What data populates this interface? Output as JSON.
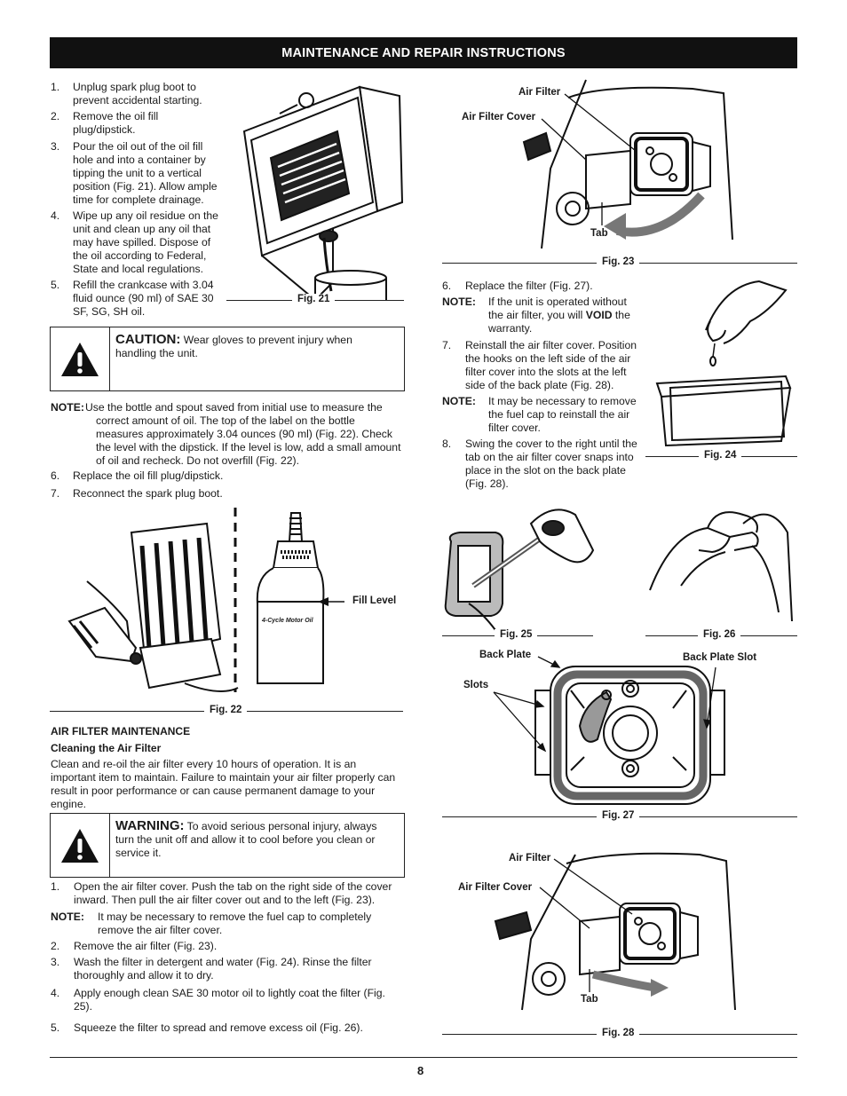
{
  "header": {
    "title": "MAINTENANCE AND REPAIR INSTRUCTIONS"
  },
  "left_top_steps": [
    {
      "n": "1.",
      "text": "Unplug spark plug boot to prevent accidental starting."
    },
    {
      "n": "2.",
      "text": "Remove the oil fill plug/dipstick."
    },
    {
      "n": "3.",
      "text": "Pour the oil out of the oil fill hole and into a container by tipping the unit to a vertical position (Fig. 21). Allow ample time for complete drainage."
    },
    {
      "n": "4.",
      "text": "Wipe up any oil residue on the unit and clean up any oil that may have spilled. Dispose of the oil according to Federal, State and local regulations."
    },
    {
      "n": "5.",
      "text": "Refill the crankcase with 3.04 fluid ounce (90 ml) of SAE 30 SF, SG, SH oil."
    }
  ],
  "caution": {
    "title": "CAUTION:",
    "text": "Wear gloves to prevent injury when handling the unit."
  },
  "note1": {
    "label": "NOTE:",
    "text": "Use the bottle and spout saved from initial use to measure the correct amount of oil. The top of the label on the bottle measures approximately 3.04 ounces (90 ml) (Fig. 22). Check the level with the dipstick. If the level is low, add a small amount of oil and recheck. Do not overfill (Fig. 22)."
  },
  "left_mid_steps": [
    {
      "n": "6.",
      "text": "Replace the oil fill plug/dipstick."
    },
    {
      "n": "7.",
      "text": "Reconnect the spark plug boot."
    }
  ],
  "fig21": {
    "caption": "Fig. 21"
  },
  "fig22": {
    "caption": "Fig. 22",
    "fill_level": "Fill Level",
    "bottle_label": "4-Cycle Motor Oil"
  },
  "air_filter": {
    "heading": "AIR FILTER MAINTENANCE",
    "subheading": "Cleaning the Air Filter",
    "intro": "Clean and re-oil the air filter every 10 hours of operation. It is an important item to maintain. Failure to maintain your air filter properly can result in poor performance or can cause permanent damage to your engine."
  },
  "warning": {
    "title": "WARNING:",
    "text": "To avoid serious personal injury, always turn the unit off and allow it to cool before you clean or service it."
  },
  "left_bottom": {
    "step1": {
      "n": "1.",
      "text": "Open the air filter cover. Push the tab on the right side of the cover inward. Then pull the air filter cover out and to the left (Fig. 23)."
    },
    "note": {
      "label": "NOTE:",
      "text": "It may be necessary to remove the fuel cap to completely remove the air filter cover."
    },
    "steps": [
      {
        "n": "2.",
        "text": "Remove the air filter (Fig. 23)."
      },
      {
        "n": "3.",
        "text": "Wash the filter in detergent and water (Fig. 24). Rinse the filter thoroughly and allow it to dry."
      },
      {
        "n": "4.",
        "text": "Apply enough clean SAE 30 motor oil to lightly coat the filter (Fig. 25)."
      },
      {
        "n": "5.",
        "text": "Squeeze the filter to spread and remove excess oil (Fig. 26)."
      }
    ]
  },
  "fig23": {
    "caption": "Fig. 23",
    "air_filter": "Air Filter",
    "air_filter_cover": "Air Filter Cover",
    "tab": "Tab"
  },
  "right_steps": {
    "step6": {
      "n": "6.",
      "text": "Replace the filter (Fig. 27)."
    },
    "note_a": {
      "label": "NOTE:",
      "text_before": "If the unit is operated without the air filter, you will ",
      "strong": "VOID",
      "text_after": " the warranty."
    },
    "step7": {
      "n": "7.",
      "text": "Reinstall the air filter cover. Position the hooks on the left side of the air filter cover into the slots at the left side of the back plate (Fig. 28)."
    },
    "note_b": {
      "label": "NOTE:",
      "text": "It may be necessary to remove the fuel cap to reinstall the air filter cover."
    },
    "step8": {
      "n": "8.",
      "text": "Swing the cover to the right until the tab on the air filter cover snaps into place in the slot on the back plate (Fig. 28)."
    }
  },
  "fig24": {
    "caption": "Fig. 24"
  },
  "fig25": {
    "caption": "Fig. 25"
  },
  "fig26": {
    "caption": "Fig. 26"
  },
  "fig27": {
    "caption": "Fig. 27",
    "back_plate": "Back Plate",
    "back_plate_slot": "Back Plate Slot",
    "slots": "Slots"
  },
  "fig28": {
    "caption": "Fig. 28",
    "air_filter": "Air Filter",
    "air_filter_cover": "Air Filter Cover",
    "tab": "Tab"
  },
  "page_number": "8"
}
